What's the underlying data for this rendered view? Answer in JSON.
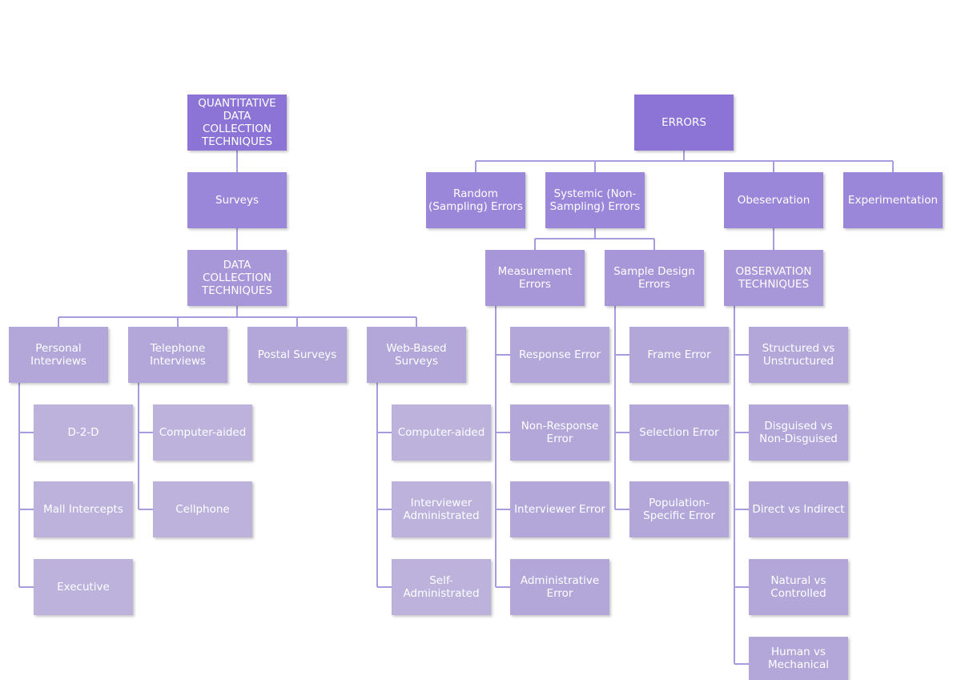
{
  "left_tree": {
    "root": "QUANTITATIVE DATA COLLECTION TECHNIQUES",
    "surveys": "Surveys",
    "data_collection": "DATA COLLECTION TECHNIQUES",
    "categories": {
      "personal": "Personal Interviews",
      "telephone": "Telephone Interviews",
      "postal": "Postal Surveys",
      "web": "Web-Based Surveys"
    },
    "personal_items": [
      "D-2-D",
      "Mall Intercepts",
      "Executive"
    ],
    "telephone_items": [
      "Computer-aided",
      "Cellphone"
    ],
    "web_items": [
      "Computer-aided",
      "Interviewer Administrated",
      "Self-Administrated"
    ]
  },
  "right_tree": {
    "root": "ERRORS",
    "children": {
      "random": "Random (Sampling) Errors",
      "systemic": "Systemic (Non-Sampling) Errors",
      "observation": "Obeservation",
      "experimentation": "Experimentation"
    },
    "measurement": "Measurement Errors",
    "sample_design": "Sample Design Errors",
    "observation_techniques": "OBSERVATION TECHNIQUES",
    "measurement_items": [
      "Response Error",
      "Non-Response Error",
      "Interviewer Error",
      "Administrative Error"
    ],
    "sample_design_items": [
      "Frame Error",
      "Selection Error",
      "Population-Specific Error"
    ],
    "observation_items": [
      "Structured vs Unstructured",
      "Disguised vs Non-Disguised",
      "Direct vs Indirect",
      "Natural vs Controlled",
      "Human vs Mechanical"
    ]
  },
  "colors": {
    "level0": "#8c74d6",
    "level1": "#9a87d9",
    "level2": "#a796d8",
    "level3": "#b3a7d9",
    "level4": "#bcb2dc",
    "connector": "#a99be0"
  }
}
